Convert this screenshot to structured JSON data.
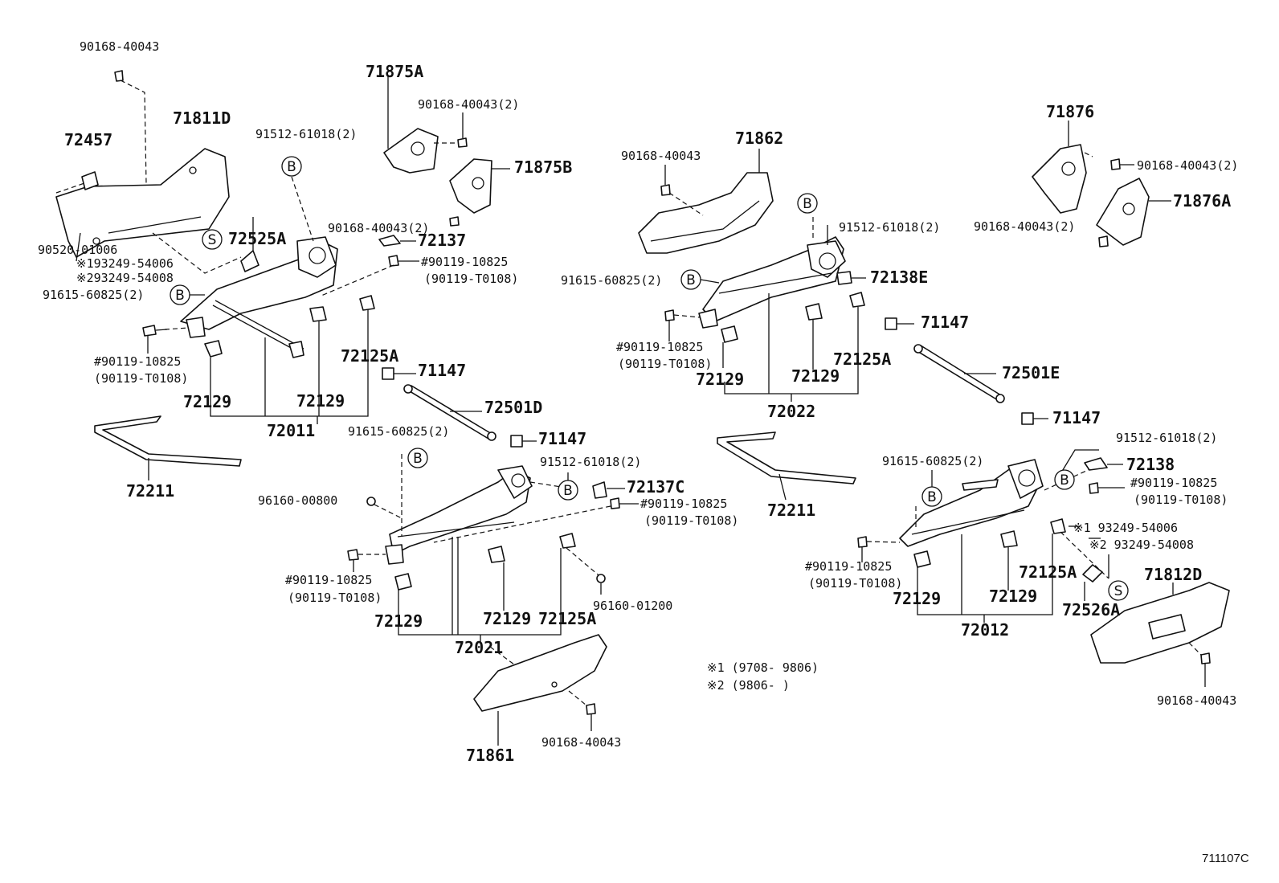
{
  "labels": {
    "p1": "90168-40043",
    "p2": "72457",
    "p3": "71811D",
    "p4": "90520-01006",
    "p5": "※193249-54006",
    "p6": "※293249-54008",
    "p7": "91615-60825(2)",
    "p8": "#90119-10825",
    "p9": "(90119-T0108)",
    "p10": "72129",
    "p11": "72011",
    "p12": "72129",
    "p13": "72125A",
    "p14": "71147",
    "p15": "72211",
    "p16": "72525A",
    "p17": "91512-61018(2)",
    "p18": "71875A",
    "p19": "90168-40043(2)",
    "p20": "71875B",
    "p21": "90168-40043(2)",
    "p22": "72137",
    "p23": "#90119-10825",
    "p24": "(90119-T0108)",
    "p25": "72501D",
    "p26": "91615-60825(2)",
    "p27": "71147",
    "p28": "91512-61018(2)",
    "p29": "72137C",
    "p30": "96160-00800",
    "p31": "#90119-10825",
    "p32": "(90119-T0108)",
    "p33": "#90119-10825",
    "p34": "(90119-T0108)",
    "p35": "96160-01200",
    "p36": "72129",
    "p37": "72129",
    "p38": "72125A",
    "p39": "72021",
    "p40": "71861",
    "p41": "90168-40043",
    "p42": "90168-40043",
    "p43": "71862",
    "p44": "91512-61018(2)",
    "p45": "91615-60825(2)",
    "p46": "72138E",
    "p47": "#90119-10825",
    "p48": "(90119-T0108)",
    "p49": "72129",
    "p50": "72129",
    "p51": "72125A",
    "p52": "72022",
    "p53": "72211",
    "p54": "71147",
    "p55": "72501E",
    "p56": "71147",
    "p57": "71876",
    "p58": "90168-40043(2)",
    "p59": "71876A",
    "p60": "90168-40043(2)",
    "p61": "91512-61018(2)",
    "p62": "91615-60825(2)",
    "p63": "72138",
    "p64": "#90119-10825",
    "p65": "(90119-T0108)",
    "p66": "※1 93249-54006",
    "p67": "※2 93249-54008",
    "p68": "#90119-10825",
    "p69": "(90119-T0108)",
    "p70": "72125A",
    "p71": "72129",
    "p72": "72129",
    "p73": "72012",
    "p74": "72526A",
    "p75": "71812D",
    "p76": "90168-40043",
    "n1": "※1 (9708- 9806)",
    "n2": "※2 (9806-        )",
    "drawing_no": "711107C"
  },
  "callouts": {
    "b": "B",
    "s": "S"
  }
}
